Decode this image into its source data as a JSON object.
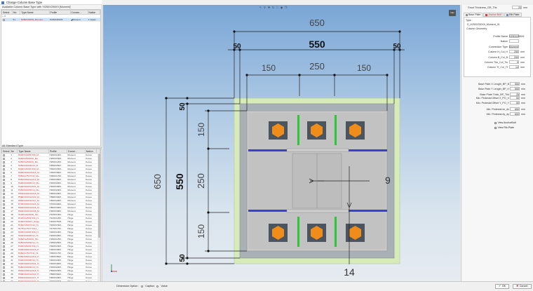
{
  "window": {
    "title": "Change Column Base Type"
  },
  "available": {
    "title": "Available Column Base Type with 'H250X250X9 [Moment]'",
    "headers": [
      "Select",
      "No",
      "Type Name",
      "Profile",
      "Connec...",
      "Nation"
    ],
    "rows": [
      {
        "no": "",
        "name": "",
        "profile": "",
        "conn": "",
        "nation": "",
        "red": false
      },
      {
        "no": "51",
        "name": "H250X250X9_Moment...",
        "profile": "H250X250X9",
        "conn": "Moment",
        "nation": "Japan",
        "red": true
      }
    ]
  },
  "standard": {
    "title": "All Standard Type",
    "headers": [
      "Select",
      "No",
      "Type Name",
      "Profile",
      "Conne...",
      "Nation"
    ],
    "rows": [
      {
        "no": "1",
        "name": "H200X100X5.5X8_M...",
        "profile": "H200X100X...",
        "conn": "Moment",
        "nation": "Korea"
      },
      {
        "no": "2",
        "name": "H200X150X6X9_Mo...",
        "profile": "H200X150X...",
        "conn": "Moment",
        "nation": "Korea"
      },
      {
        "no": "3",
        "name": "H250X125X6X9_Mo...",
        "profile": "H250X125X...",
        "conn": "Moment",
        "nation": "Korea"
      },
      {
        "no": "4",
        "name": "H250X250X9X14_M...",
        "profile": "H250X250X...",
        "conn": "Moment",
        "nation": "Korea"
      },
      {
        "no": "5",
        "name": "H300X150X6.5X9_M...",
        "profile": "H300X150X...",
        "conn": "Moment",
        "nation": "Korea"
      },
      {
        "no": "6",
        "name": "H300X300X10X15_M...",
        "profile": "H300X300X...",
        "conn": "Moment",
        "nation": "Korea"
      },
      {
        "no": "7",
        "name": "H350X175X7X11_Mo...",
        "profile": "H350X175X...",
        "conn": "Moment",
        "nation": "Korea"
      },
      {
        "no": "8",
        "name": "H350X350X12X19_M...",
        "profile": "H350X350X...",
        "conn": "Moment",
        "nation": "Korea"
      },
      {
        "no": "9",
        "name": "H400X200X8X13_Mo...",
        "profile": "H400X200X...",
        "conn": "Moment",
        "nation": "Korea"
      },
      {
        "no": "10",
        "name": "H400X400X13X21_M...",
        "profile": "H400X400X...",
        "conn": "Moment",
        "nation": "Korea"
      },
      {
        "no": "11",
        "name": "H450X200X9X14_Mo...",
        "profile": "H450X200X...",
        "conn": "Moment",
        "nation": "Korea"
      },
      {
        "no": "12",
        "name": "H500X200X10X16_M...",
        "profile": "H500X200X...",
        "conn": "Moment",
        "nation": "Korea"
      },
      {
        "no": "13",
        "name": "H588X300X12X20_M...",
        "profile": "H588X300X...",
        "conn": "Moment",
        "nation": "Korea"
      },
      {
        "no": "14",
        "name": "H600X200X11X17_M...",
        "profile": "H600X200X...",
        "conn": "Moment",
        "nation": "Korea"
      },
      {
        "no": "15",
        "name": "H700X300X13X24_M...",
        "profile": "H700X300X...",
        "conn": "Moment",
        "nation": "Korea"
      },
      {
        "no": "16",
        "name": "H800X300X14X26_M...",
        "profile": "H800X300X...",
        "conn": "Moment",
        "nation": "Korea"
      },
      {
        "no": "17",
        "name": "H900X300X16X28_M...",
        "profile": "H900X300X...",
        "conn": "Moment",
        "nation": "Korea"
      },
      {
        "no": "18",
        "name": "H100X100X6X8_Hin...",
        "profile": "H100X100X...",
        "conn": "Hinge",
        "nation": "Korea"
      },
      {
        "no": "19",
        "name": "H125X125X6.5X9_H...",
        "profile": "H125X125X...",
        "conn": "Hinge",
        "nation": "Korea"
      },
      {
        "no": "20",
        "name": "H150X75X5X7_Hinge",
        "profile": "H150X75X5...",
        "conn": "Hinge",
        "nation": "Korea"
      },
      {
        "no": "21",
        "name": "H150X150X7X10_Hi...",
        "profile": "H150X150X...",
        "conn": "Hinge",
        "nation": "Korea"
      },
      {
        "no": "22",
        "name": "H175X175X7.5X11_...",
        "profile": "H175X175X...",
        "conn": "Hinge",
        "nation": "Korea"
      },
      {
        "no": "23",
        "name": "H200X100X5.5X8_H...",
        "profile": "H200X100X...",
        "conn": "Hinge",
        "nation": "Korea"
      },
      {
        "no": "24",
        "name": "H200X200X8X12_Hi...",
        "profile": "H200X200X...",
        "conn": "Hinge",
        "nation": "Korea"
      },
      {
        "no": "25",
        "name": "H250X125X6X9_Hin...",
        "profile": "H250X125X...",
        "conn": "Hinge",
        "nation": "Korea"
      },
      {
        "no": "26",
        "name": "H250X250X9X14_Hi...",
        "profile": "H250X250X...",
        "conn": "Hinge",
        "nation": "Korea"
      },
      {
        "no": "27",
        "name": "H300X150X6.5X9_H...",
        "profile": "H300X150X...",
        "conn": "Hinge",
        "nation": "Korea"
      },
      {
        "no": "28",
        "name": "H300X300X10X15_H...",
        "profile": "H300X300X...",
        "conn": "Hinge",
        "nation": "Korea"
      },
      {
        "no": "29",
        "name": "H350X175X7X11_Hi...",
        "profile": "H350X175X...",
        "conn": "Hinge",
        "nation": "Korea"
      },
      {
        "no": "30",
        "name": "H350X350X12X19_H...",
        "profile": "H350X350X...",
        "conn": "Hinge",
        "nation": "Korea"
      },
      {
        "no": "31",
        "name": "H400X200X8X13_Hi...",
        "profile": "H400X200X...",
        "conn": "Hinge",
        "nation": "Korea"
      },
      {
        "no": "32",
        "name": "H400X400X13X21_H...",
        "profile": "H400X400X...",
        "conn": "Hinge",
        "nation": "Korea"
      },
      {
        "no": "33",
        "name": "H450X200X9X14_Hi...",
        "profile": "H450X200X...",
        "conn": "Hinge",
        "nation": "Korea"
      },
      {
        "no": "34",
        "name": "H500X200X10X16_H...",
        "profile": "H500X200X...",
        "conn": "Hinge",
        "nation": "Korea"
      },
      {
        "no": "35",
        "name": "H588X300X12X20_H...",
        "profile": "H588X300X...",
        "conn": "Hinge",
        "nation": "Korea"
      },
      {
        "no": "36",
        "name": "H600X200X11X17_H...",
        "profile": "H600X200X...",
        "conn": "Hinge",
        "nation": "Korea"
      },
      {
        "no": "37",
        "name": "H700X300X13X24_H...",
        "profile": "H700X300X...",
        "conn": "Hinge",
        "nation": "Korea"
      },
      {
        "no": "38",
        "name": "H800X300X14X26_H...",
        "profile": "H800X300X...",
        "conn": "Hinge",
        "nation": "Korea"
      },
      {
        "no": "39",
        "name": "H900X300X16X28_H...",
        "profile": "H900X300X...",
        "conn": "Hinge",
        "nation": "Korea"
      }
    ]
  },
  "drawing": {
    "dim_top_total": "650",
    "dim_top_mid": "550",
    "dim_top_edge_left": "50",
    "dim_top_edge_right": "50",
    "dim_top_150_left": "150",
    "dim_top_250": "250",
    "dim_top_150_right": "150",
    "dim_left_total": "650",
    "dim_left_mid": "550",
    "dim_left_50_top": "50",
    "dim_left_150_top": "150",
    "dim_left_250": "250",
    "dim_left_150_bot": "150",
    "dim_left_50_bot": "50",
    "dim_web": "9",
    "dim_flange": "14",
    "colors": {
      "pedestal": "#d6ebb8",
      "plate": "#c8c8c8",
      "stiffener": "#3a3fd0",
      "rib": "#2dc63a",
      "bolt": "#f08c1a"
    }
  },
  "toolbar_icons": [
    "select-icon",
    "zoom-icon",
    "pan-icon",
    "rotate-icon",
    "fit-icon",
    "view-icon",
    "copy-icon"
  ],
  "nav_label": "Nav",
  "props": {
    "grout_label": "Grout Thickness_GR_Thk",
    "grout_value": "20",
    "grout_unit": "mm",
    "tabs": [
      "Base Plate",
      "Anchor Bolt",
      "Rib Plate"
    ],
    "type_label": "Type :",
    "type_value": "S_H250X250X9_Moment_01",
    "column_geom": "Column Geometry",
    "rows": [
      {
        "label": "Profile Name",
        "value": "H250X250X9",
        "unit": ""
      },
      {
        "label": "Nation",
        "value": "",
        "unit": ""
      },
      {
        "label": "Connection Type",
        "value": "Moment",
        "unit": ""
      },
      {
        "label": "Column H_Col_H",
        "value": "250",
        "unit": "mm"
      },
      {
        "label": "Column B_Col_B",
        "value": "250",
        "unit": "mm"
      },
      {
        "label": "Column Thk_Col_Tw",
        "value": "9",
        "unit": "mm"
      },
      {
        "label": "Column Tf_Col_Tf",
        "value": "14",
        "unit": "mm"
      }
    ],
    "rows2": [
      {
        "label": "Base Plate X Length_BP_B",
        "value": "550",
        "unit": "mm"
      },
      {
        "label": "Base Plate Y Length_BP_H",
        "value": "550",
        "unit": "mm"
      },
      {
        "label": "Base Plate Thick_BP_Thk",
        "value": "25",
        "unit": "mm"
      }
    ],
    "rows3": [
      {
        "label": "Min. Pedestal Offset X_PO_X",
        "value": "50",
        "unit": "mm"
      },
      {
        "label": "Min. Pedestal Offset Y_PO_Y",
        "value": "50",
        "unit": "mm"
      }
    ],
    "rows4": [
      {
        "label": "Min. Pedestal dx_dx",
        "value": "650",
        "unit": "mm"
      },
      {
        "label": "Min. Pedestal dy_dy",
        "value": "650",
        "unit": "mm"
      }
    ],
    "view_anchor": "View AnchorBolt",
    "view_rib": "View Rib-Plate"
  },
  "bottom": {
    "dim_option": "Dimension Option :",
    "caption": "Caption",
    "value": "Value",
    "ok": "OK",
    "cancel": "Cancel"
  }
}
